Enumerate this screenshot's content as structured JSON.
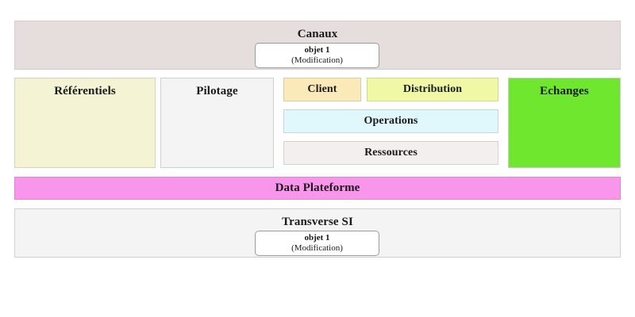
{
  "diagram": {
    "canaux": {
      "title": "Canaux",
      "color": "#e6dedd",
      "object": {
        "name": "objet 1",
        "state": "(Modification)"
      }
    },
    "middle": {
      "referentiels": {
        "label": "Référentiels",
        "color": "#f4f4d4"
      },
      "pilotage": {
        "label": "Pilotage",
        "color": "#f4f4f4"
      },
      "client": {
        "label": "Client",
        "color": "#faeab9"
      },
      "distribution": {
        "label": "Distribution",
        "color": "#f0f7a5"
      },
      "operations": {
        "label": "Operations",
        "color": "#e0f7fb"
      },
      "ressources": {
        "label": "Ressources",
        "color": "#f3efef"
      },
      "echanges": {
        "label": "Echanges",
        "color": "#6ee72e"
      }
    },
    "data_plateforme": {
      "title": "Data Plateforme",
      "color": "#f995ea"
    },
    "transverse": {
      "title": "Transverse SI",
      "color": "#f4f4f4",
      "object": {
        "name": "objet 1",
        "state": "(Modification)"
      }
    }
  }
}
